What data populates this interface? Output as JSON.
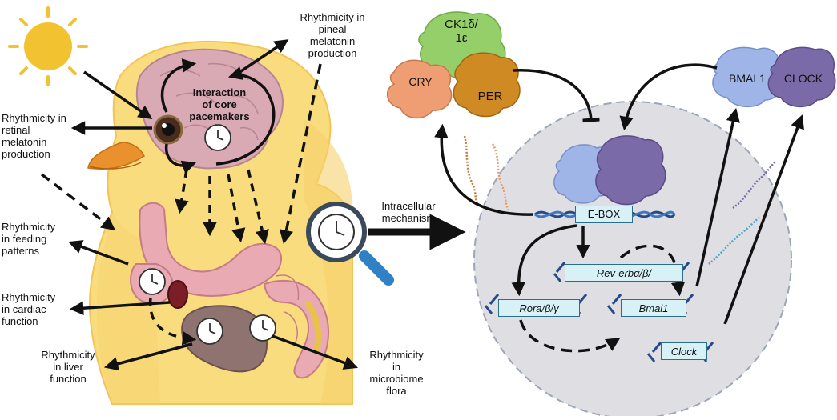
{
  "labels": {
    "pineal": "Rhythmicity in\npineal\nmelatonin\nproduction",
    "retinal": "Rhythmicity in\nretinal\nmelatonin\nproduction",
    "core": "Interaction\nof core\npacemakers",
    "feeding": "Rhythmicity\nin feeding\npatterns",
    "cardiac": "Rhythmicity\nin cardiac\nfunction",
    "liver": "Rhythmicity\nin liver\nfunction",
    "microbiome": "Rhythmicity\nin\nmicrobiome\nflora",
    "intracellular": "Intracellular\nmechanism"
  },
  "proteins": {
    "ck1": "CK1δ/\n1ε",
    "cry": "CRY",
    "per": "PER",
    "bmal1": "BMAL1",
    "clock": "CLOCK"
  },
  "genes": {
    "ebox": "E-BOX",
    "reverb": "Rev-erbα/β/",
    "rora": "Rora/β/γ",
    "bmal1": "Bmal1",
    "clock": "Clock"
  },
  "colors": {
    "sun": "#f2c230",
    "chick": "#f8dc7e",
    "brain": "#d9a9b4",
    "organ_pink": "#e9aab3",
    "liver": "#8f7370",
    "nucleus": "#dfdfe3",
    "cry": "#ef9d72",
    "ck1": "#94cf6a",
    "per": "#cf8a24",
    "bmal1": "#9fb5e8",
    "clock": "#7a6aa7",
    "magnifier": "#2f80c4"
  },
  "icons": [
    "sun-icon",
    "eye-icon",
    "clock-icon",
    "magnifier-icon",
    "dna-icon",
    "mrna-icon"
  ]
}
